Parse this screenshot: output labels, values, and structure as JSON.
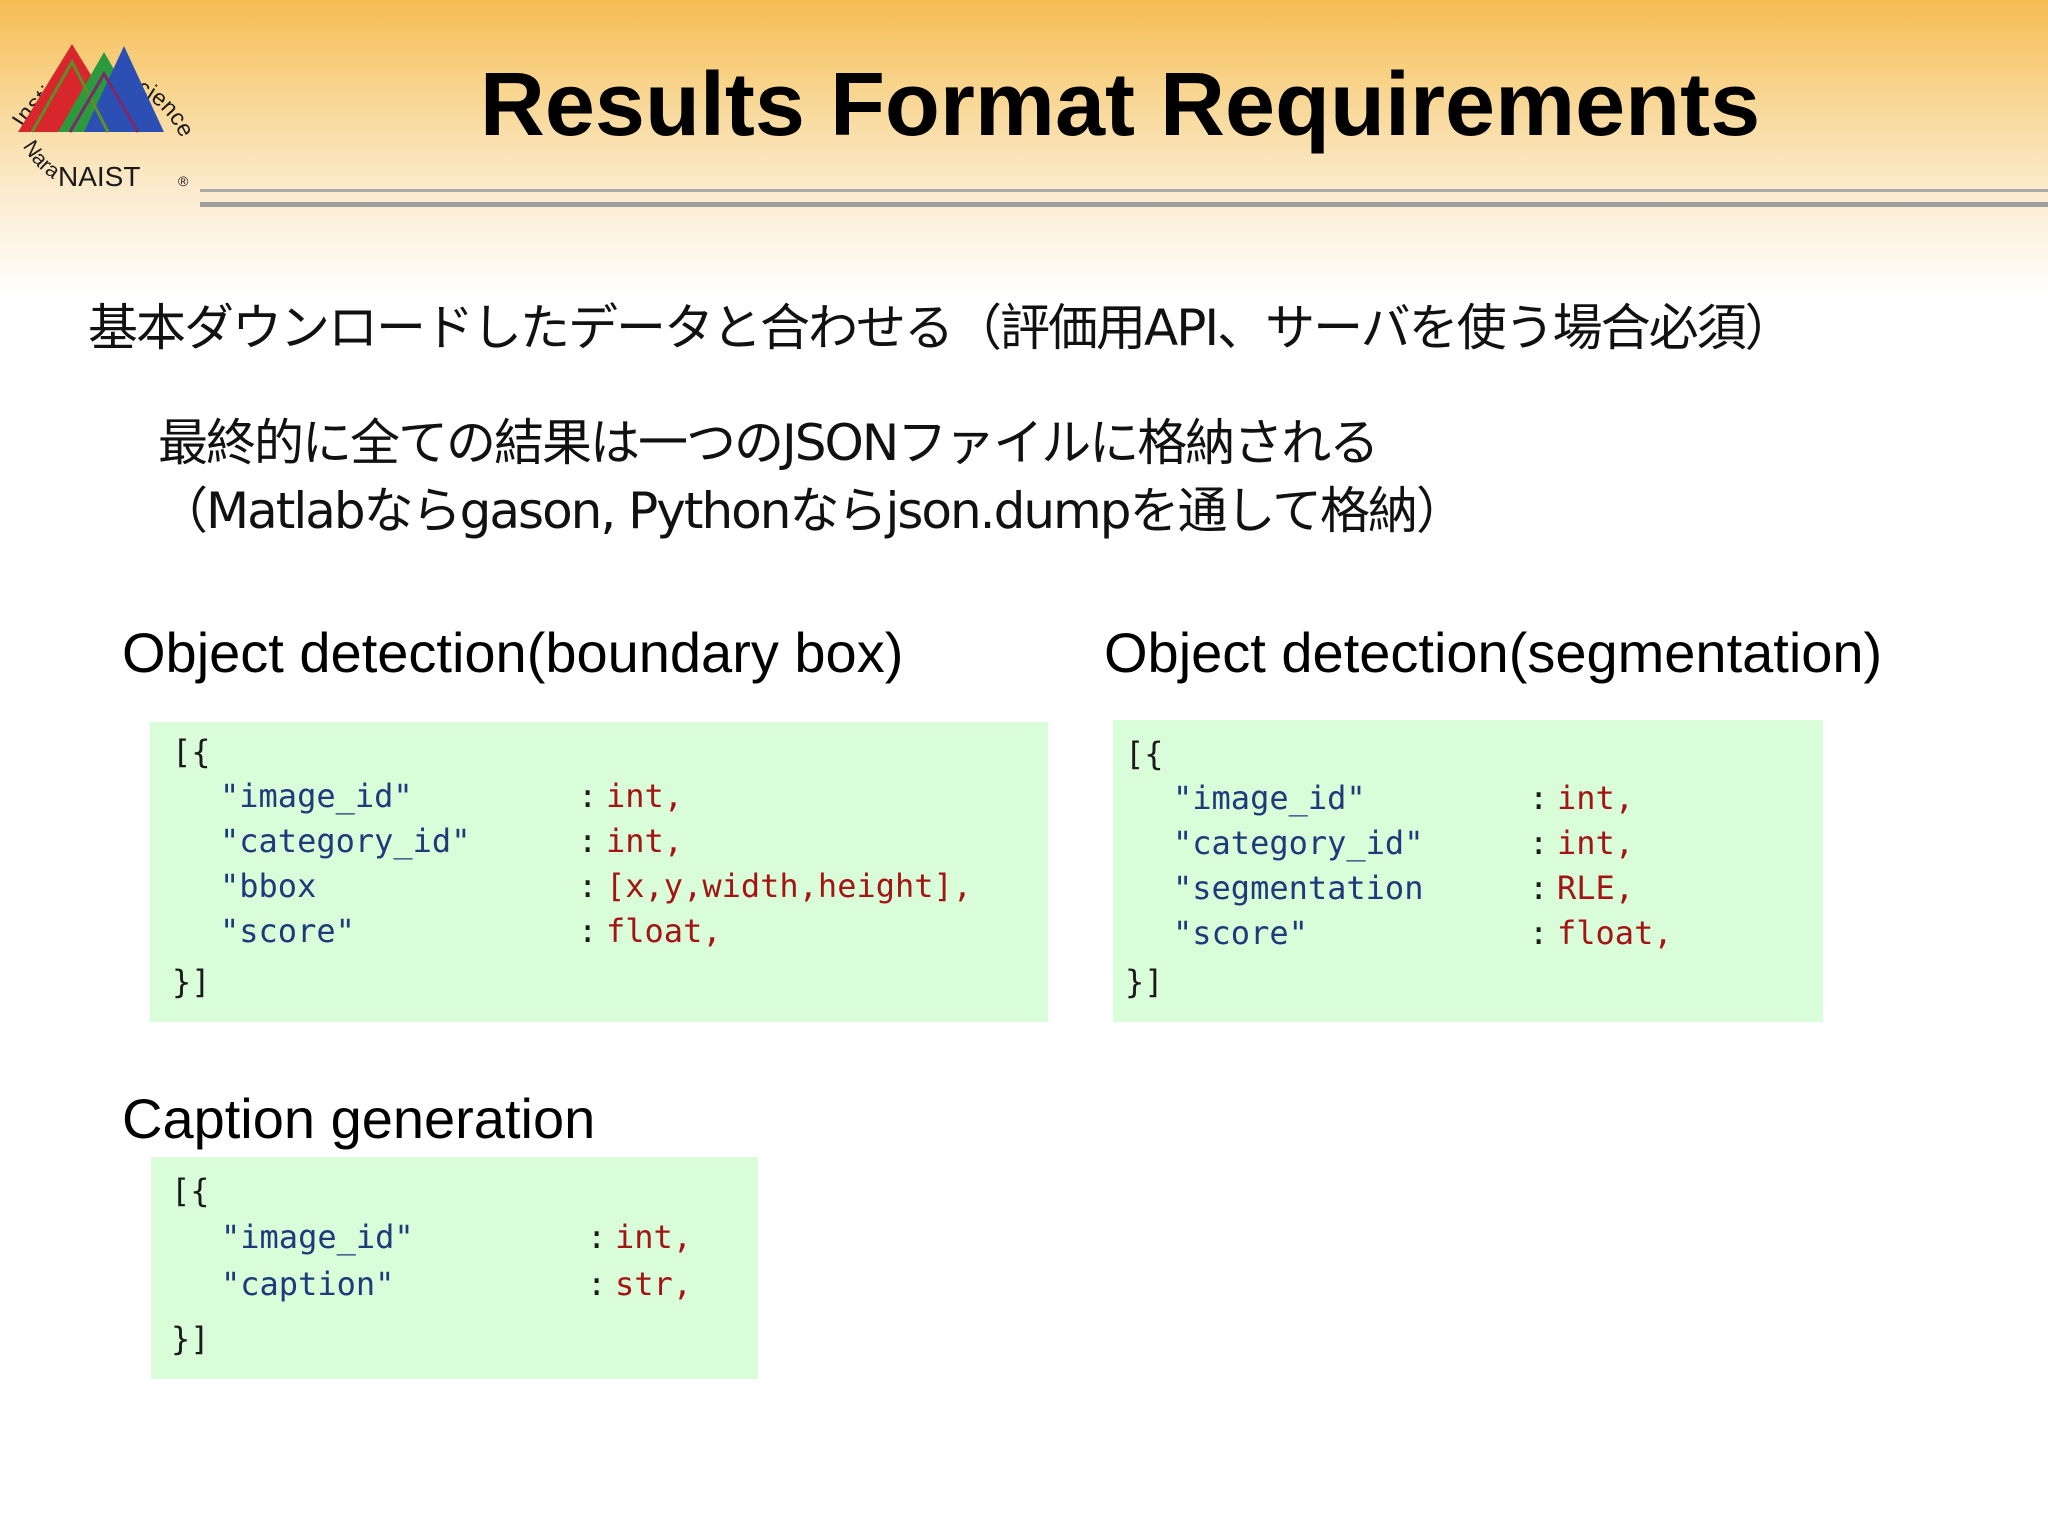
{
  "header": {
    "logo": {
      "arc_text_top": "Institute of Science and Technology",
      "arc_text_left": "Nara",
      "wordmark": "NAIST",
      "registered_mark": "®",
      "colors": [
        "#d8262d",
        "#2c9a3c",
        "#2b4fb2"
      ]
    },
    "title": "Results Format Requirements"
  },
  "body": {
    "line1": "基本ダウンロードしたデータと合わせる（評価用API、サーバを使う場合必須）",
    "line2": "最終的に全ての結果は一つのJSONファイルに格納される",
    "line3": "（Matlabならgason, Pythonならjson.dumpを通して格納）"
  },
  "sections": {
    "bbox": {
      "heading": "Object detection(boundary box)",
      "open": "[{",
      "close": "}]",
      "rows": [
        {
          "key": "\"image_id\"",
          "colon": ":",
          "value": "int,"
        },
        {
          "key": "\"category_id\"",
          "colon": ":",
          "value": "int,"
        },
        {
          "key": "\"bbox",
          "colon": ":",
          "value": "[x,y,width,height],"
        },
        {
          "key": "\"score\"",
          "colon": ":",
          "value": "float,"
        }
      ]
    },
    "segmentation": {
      "heading": "Object detection(segmentation)",
      "open": "[{",
      "close": "}]",
      "rows": [
        {
          "key": "\"image_id\"",
          "colon": ":",
          "value": "int,"
        },
        {
          "key": "\"category_id\"",
          "colon": ":",
          "value": "int,"
        },
        {
          "key": "\"segmentation",
          "colon": ":",
          "value": "RLE,"
        },
        {
          "key": "\"score\"",
          "colon": ":",
          "value": "float,"
        }
      ]
    },
    "caption": {
      "heading": "Caption generation",
      "open": "[{",
      "close": "}]",
      "rows": [
        {
          "key": "\"image_id\"",
          "colon": ":",
          "value": "int,"
        },
        {
          "key": "\"caption\"",
          "colon": ":",
          "value": "str,"
        }
      ]
    }
  },
  "colors": {
    "code_background": "#d9fdd8",
    "code_key": "#1f3a7a",
    "code_value": "#a31515",
    "header_gradient_top": "#f6bc52"
  }
}
